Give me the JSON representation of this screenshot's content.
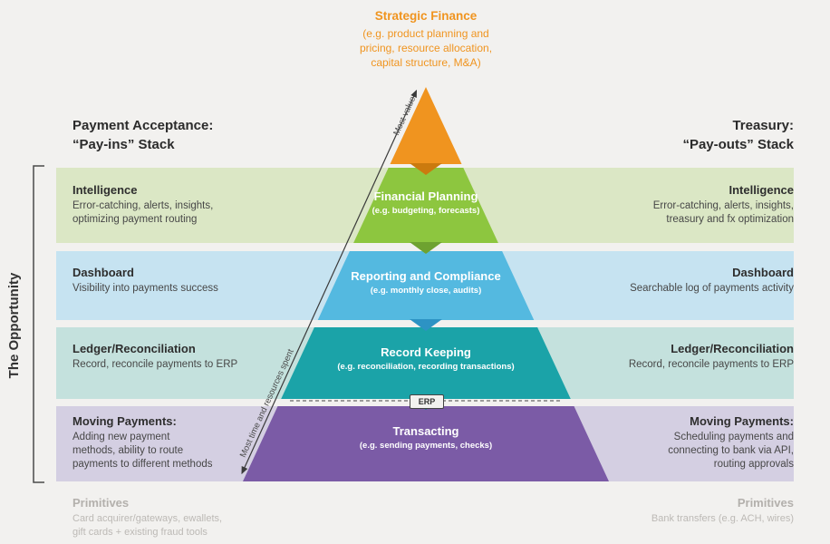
{
  "colors": {
    "background": "#f2f1ef",
    "band_green": "#dbe7c5",
    "band_blue": "#c6e3f1",
    "band_teal": "#c4e1dd",
    "band_purple": "#d4cfe2",
    "pyramid_orange": "#f0941f",
    "pyramid_green": "#8dc63f",
    "pyramid_blue": "#54b9e0",
    "pyramid_teal": "#1ba3a8",
    "pyramid_purple": "#7b5ba6",
    "notch_orange": "#cb7a0e",
    "notch_green": "#6ea230",
    "notch_blue": "#2d93c4",
    "notch_teal": "#0d8186",
    "arrow": "#3a3a3a",
    "orange_text": "#f0941f"
  },
  "strategic_finance": {
    "title": "Strategic Finance",
    "subtitle": "(e.g. product planning and\npricing, resource allocation,\ncapital structure, M&A)"
  },
  "left_header": {
    "line1": "Payment Acceptance:",
    "line2": "“Pay-ins” Stack"
  },
  "right_header": {
    "line1": "Treasury:",
    "line2": "“Pay-outs” Stack"
  },
  "opportunity_label": "The Opportunity",
  "arrow_labels": {
    "top": "Most value",
    "bottom": "Most time and resources spent"
  },
  "erp_label": "ERP",
  "rows": [
    {
      "left_title": "Intelligence",
      "left_desc": "Error-catching, alerts, insights,\noptimizing payment routing",
      "layer_title": "Financial Planning",
      "layer_sub": "(e.g. budgeting, forecasts)",
      "right_title": "Intelligence",
      "right_desc": "Error-catching, alerts, insights,\ntreasury and fx optimization"
    },
    {
      "left_title": "Dashboard",
      "left_desc": "Visibility into payments success",
      "layer_title": "Reporting and Compliance",
      "layer_sub": "(e.g. monthly close, audits)",
      "right_title": "Dashboard",
      "right_desc": "Searchable log of payments activity"
    },
    {
      "left_title": "Ledger/Reconciliation",
      "left_desc": "Record, reconcile payments to ERP",
      "layer_title": "Record Keeping",
      "layer_sub": "(e.g. reconciliation, recording transactions)",
      "right_title": "Ledger/Reconciliation",
      "right_desc": "Record, reconcile payments to ERP"
    },
    {
      "left_title": "Moving Payments:",
      "left_desc": "Adding new payment\nmethods, ability to route\npayments to different methods",
      "layer_title": "Transacting",
      "layer_sub": "(e.g. sending payments, checks)",
      "right_title": "Moving Payments:",
      "right_desc": "Scheduling payments and\nconnecting to bank via API,\nrouting approvals"
    }
  ],
  "primitives": {
    "left_title": "Primitives",
    "left_desc": "Card acquirer/gateways, ewallets,\ngift cards + existing fraud tools",
    "right_title": "Primitives",
    "right_desc": "Bank transfers (e.g. ACH, wires)"
  }
}
